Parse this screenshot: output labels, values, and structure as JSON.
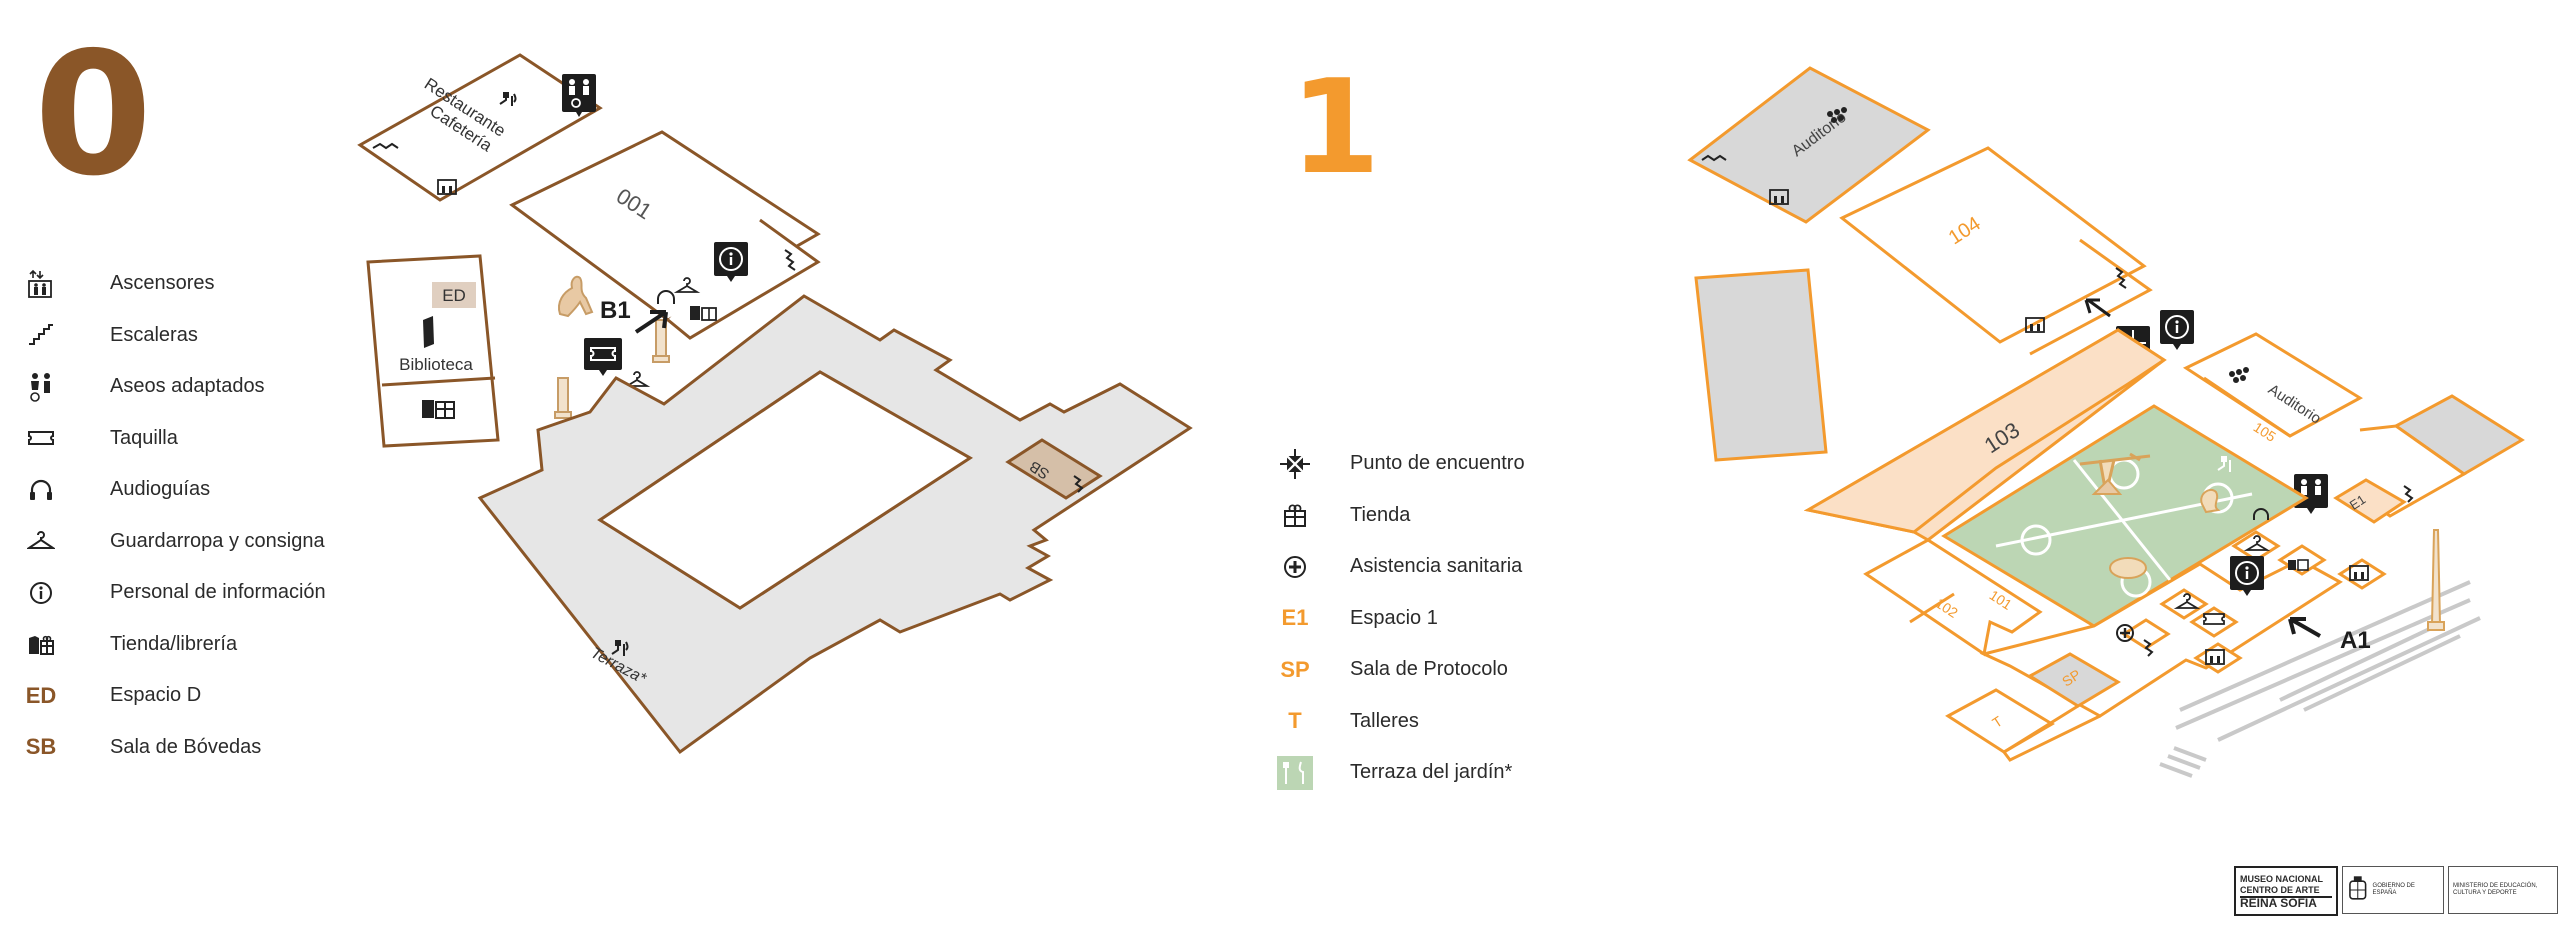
{
  "floors": {
    "floor_0": "0",
    "floor_1": "1"
  },
  "legend_0": [
    {
      "icon": "elevator-icon",
      "label": "Ascensores"
    },
    {
      "icon": "stairs-icon",
      "label": "Escaleras"
    },
    {
      "icon": "accessible-restroom-icon",
      "label": "Aseos adaptados"
    },
    {
      "icon": "ticket-icon",
      "label": "Taquilla"
    },
    {
      "icon": "headphones-icon",
      "label": "Audioguías"
    },
    {
      "icon": "hanger-icon",
      "label": "Guardarropa y consigna"
    },
    {
      "icon": "info-icon",
      "label": "Personal de información"
    },
    {
      "icon": "bookshop-icon",
      "label": "Tienda/librería"
    },
    {
      "icon": "ED",
      "label": "Espacio D"
    },
    {
      "icon": "SB",
      "label": "Sala de Bóvedas"
    }
  ],
  "legend_1": [
    {
      "icon": "meeting-point-icon",
      "label": "Punto de encuentro"
    },
    {
      "icon": "gift-icon",
      "label": "Tienda"
    },
    {
      "icon": "medical-icon",
      "label": "Asistencia sanitaria"
    },
    {
      "icon": "E1",
      "label": "Espacio 1"
    },
    {
      "icon": "SP",
      "label": "Sala de Protocolo"
    },
    {
      "icon": "T",
      "label": "Talleres"
    },
    {
      "icon": "garden-terrace-icon",
      "label": "Terraza del jardín*"
    }
  ],
  "map0": {
    "restaurant": "Restaurante",
    "cafe": "Cafetería",
    "room_001": "001",
    "library": "Biblioteca",
    "ed": "ED",
    "sb": "SB",
    "entrance": "B1",
    "terrace": "Terraza*"
  },
  "map1": {
    "auditorium_top": "Auditorio",
    "auditorium_right": "Auditorio",
    "room_104": "104",
    "room_103": "103",
    "room_105": "105",
    "room_102": "102",
    "room_101": "101",
    "e1": "E1",
    "sp": "SP",
    "t": "T",
    "entrance": "A1"
  },
  "logos": {
    "museum_line1": "MUSEO NACIONAL",
    "museum_line2": "CENTRO DE ARTE",
    "museum_line3": "REINA SOFÍA",
    "gov": "GOBIERNO DE ESPAÑA",
    "ministry": "MINISTERIO DE EDUCACIÓN, CULTURA Y DEPORTE"
  },
  "colors": {
    "brown": "#8a5628",
    "orange": "#f39a2e",
    "floor_fill": "#e6e6e6",
    "room_peach": "#fbe0c6",
    "garden": "#bcd6b4",
    "icon_dark": "#1d1d1d"
  }
}
